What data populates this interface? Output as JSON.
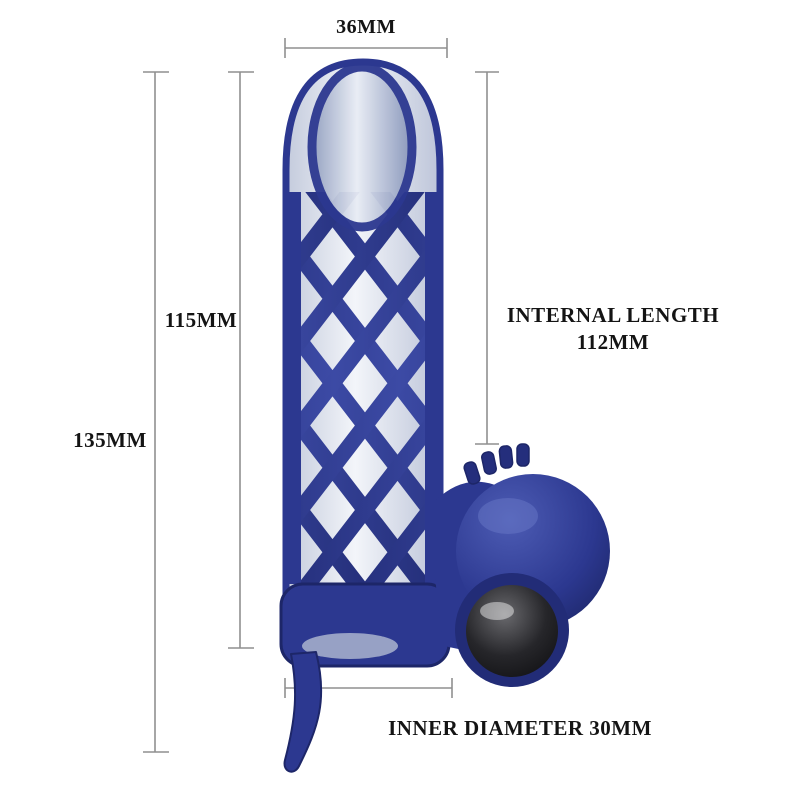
{
  "diagram": {
    "measurements": {
      "top_width": "36MM",
      "sleeve_length": "115MM",
      "total_length": "135MM",
      "internal_length_line1": "INTERNAL LENGTH",
      "internal_length_line2": "112MM",
      "inner_diameter": "INNER DIAMETER 30MM"
    },
    "colors": {
      "product_navy": "#2c3890",
      "product_dark_navy": "#1d2668",
      "translucent_body": "#aab6d0",
      "dimension_line": "#8f8f8f",
      "label_text": "#141414"
    }
  }
}
